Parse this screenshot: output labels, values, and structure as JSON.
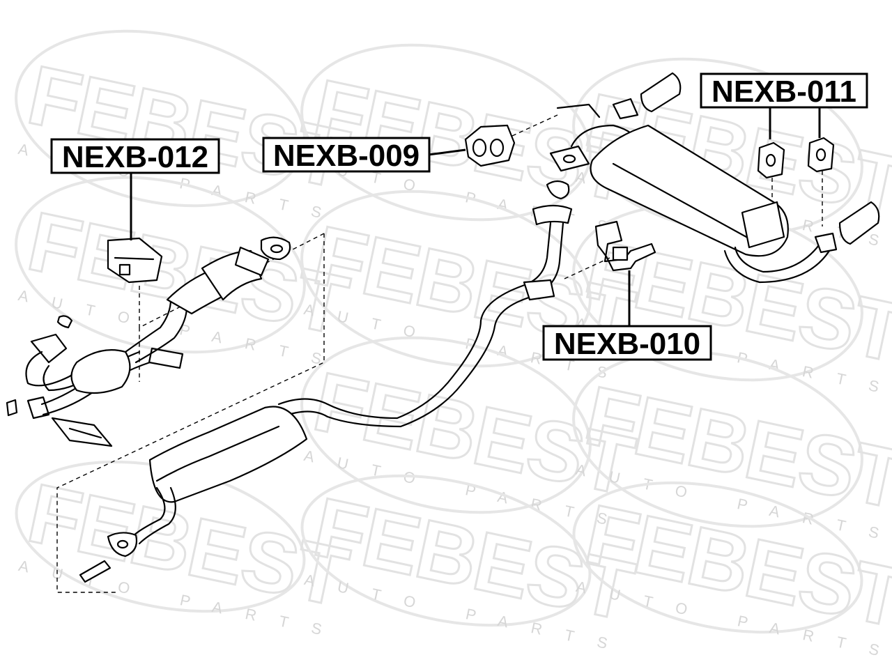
{
  "watermark": {
    "brand": "FEBEST",
    "tagline": "AUTO PARTS",
    "color": "#e2e2e2"
  },
  "callouts": [
    {
      "id": "nexb-012",
      "label": "NEXB-012"
    },
    {
      "id": "nexb-009",
      "label": "NEXB-009"
    },
    {
      "id": "nexb-011",
      "label": "NEXB-011"
    },
    {
      "id": "nexb-010",
      "label": "NEXB-010"
    }
  ],
  "colors": {
    "line": "#000000",
    "background": "#ffffff"
  }
}
